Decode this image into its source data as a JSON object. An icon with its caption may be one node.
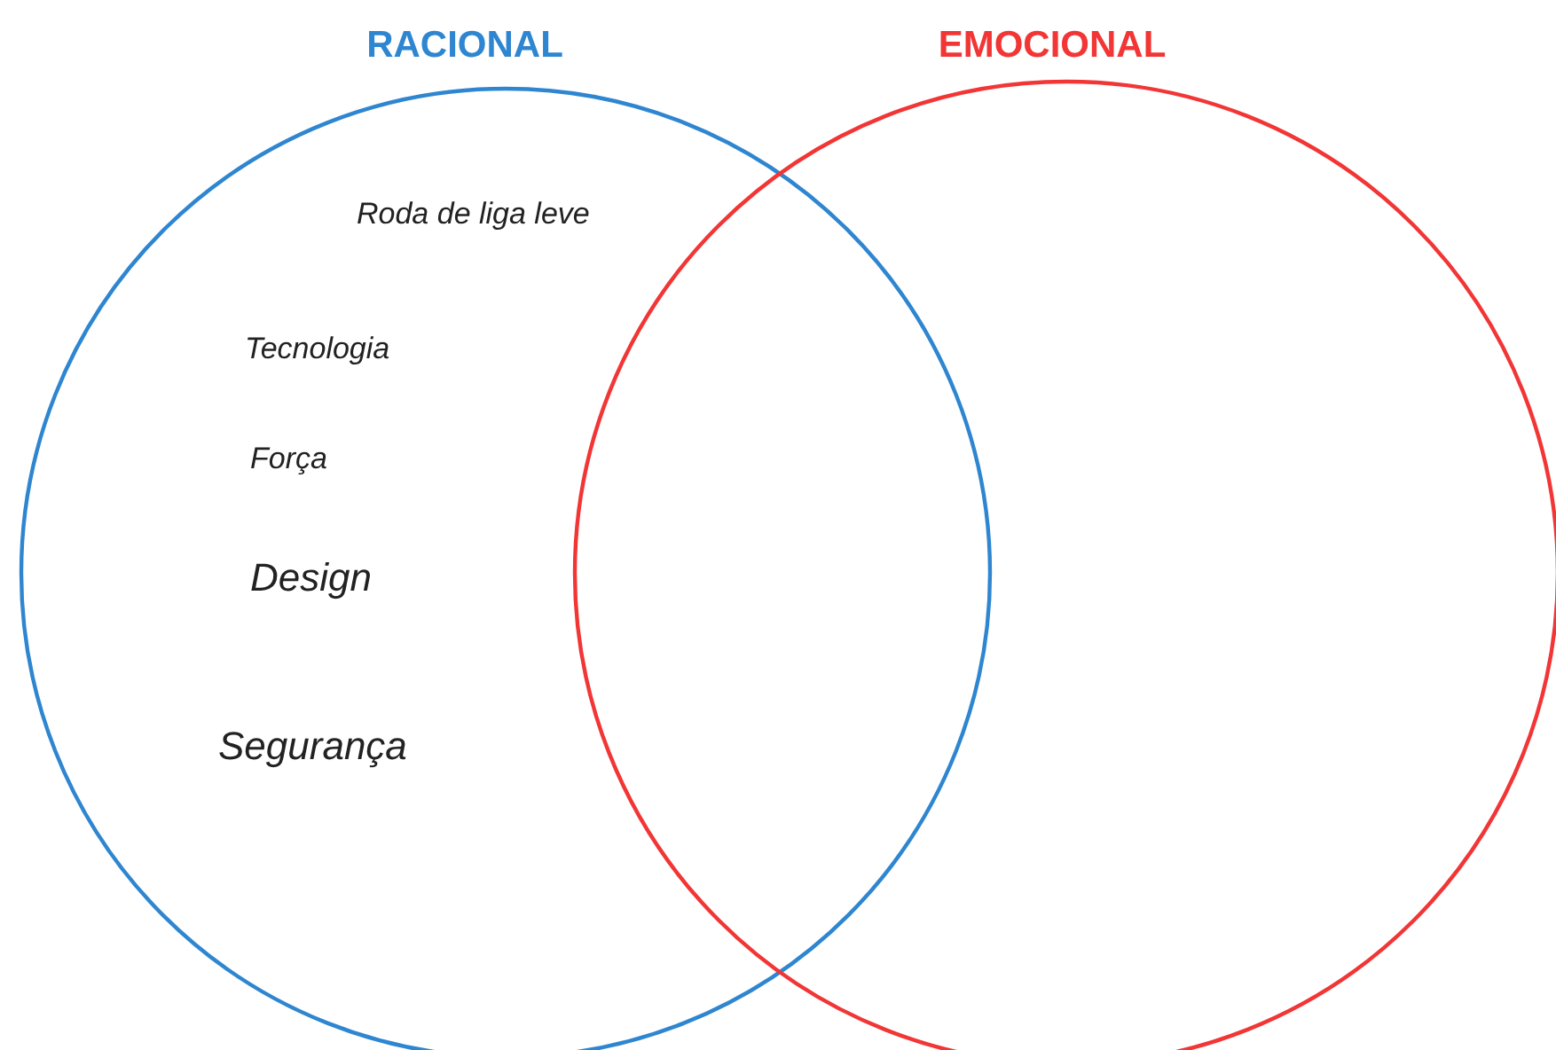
{
  "diagram": {
    "nodes": [
      {
        "text": [
          "RACIONAL"
        ]
      },
      {
        "text": [
          "EMOCIONAL"
        ]
      }
    ],
    "labels": [
      "Roda de liga leve",
      "Tecnologia",
      "Força",
      "Design",
      "Segurança"
    ]
  }
}
